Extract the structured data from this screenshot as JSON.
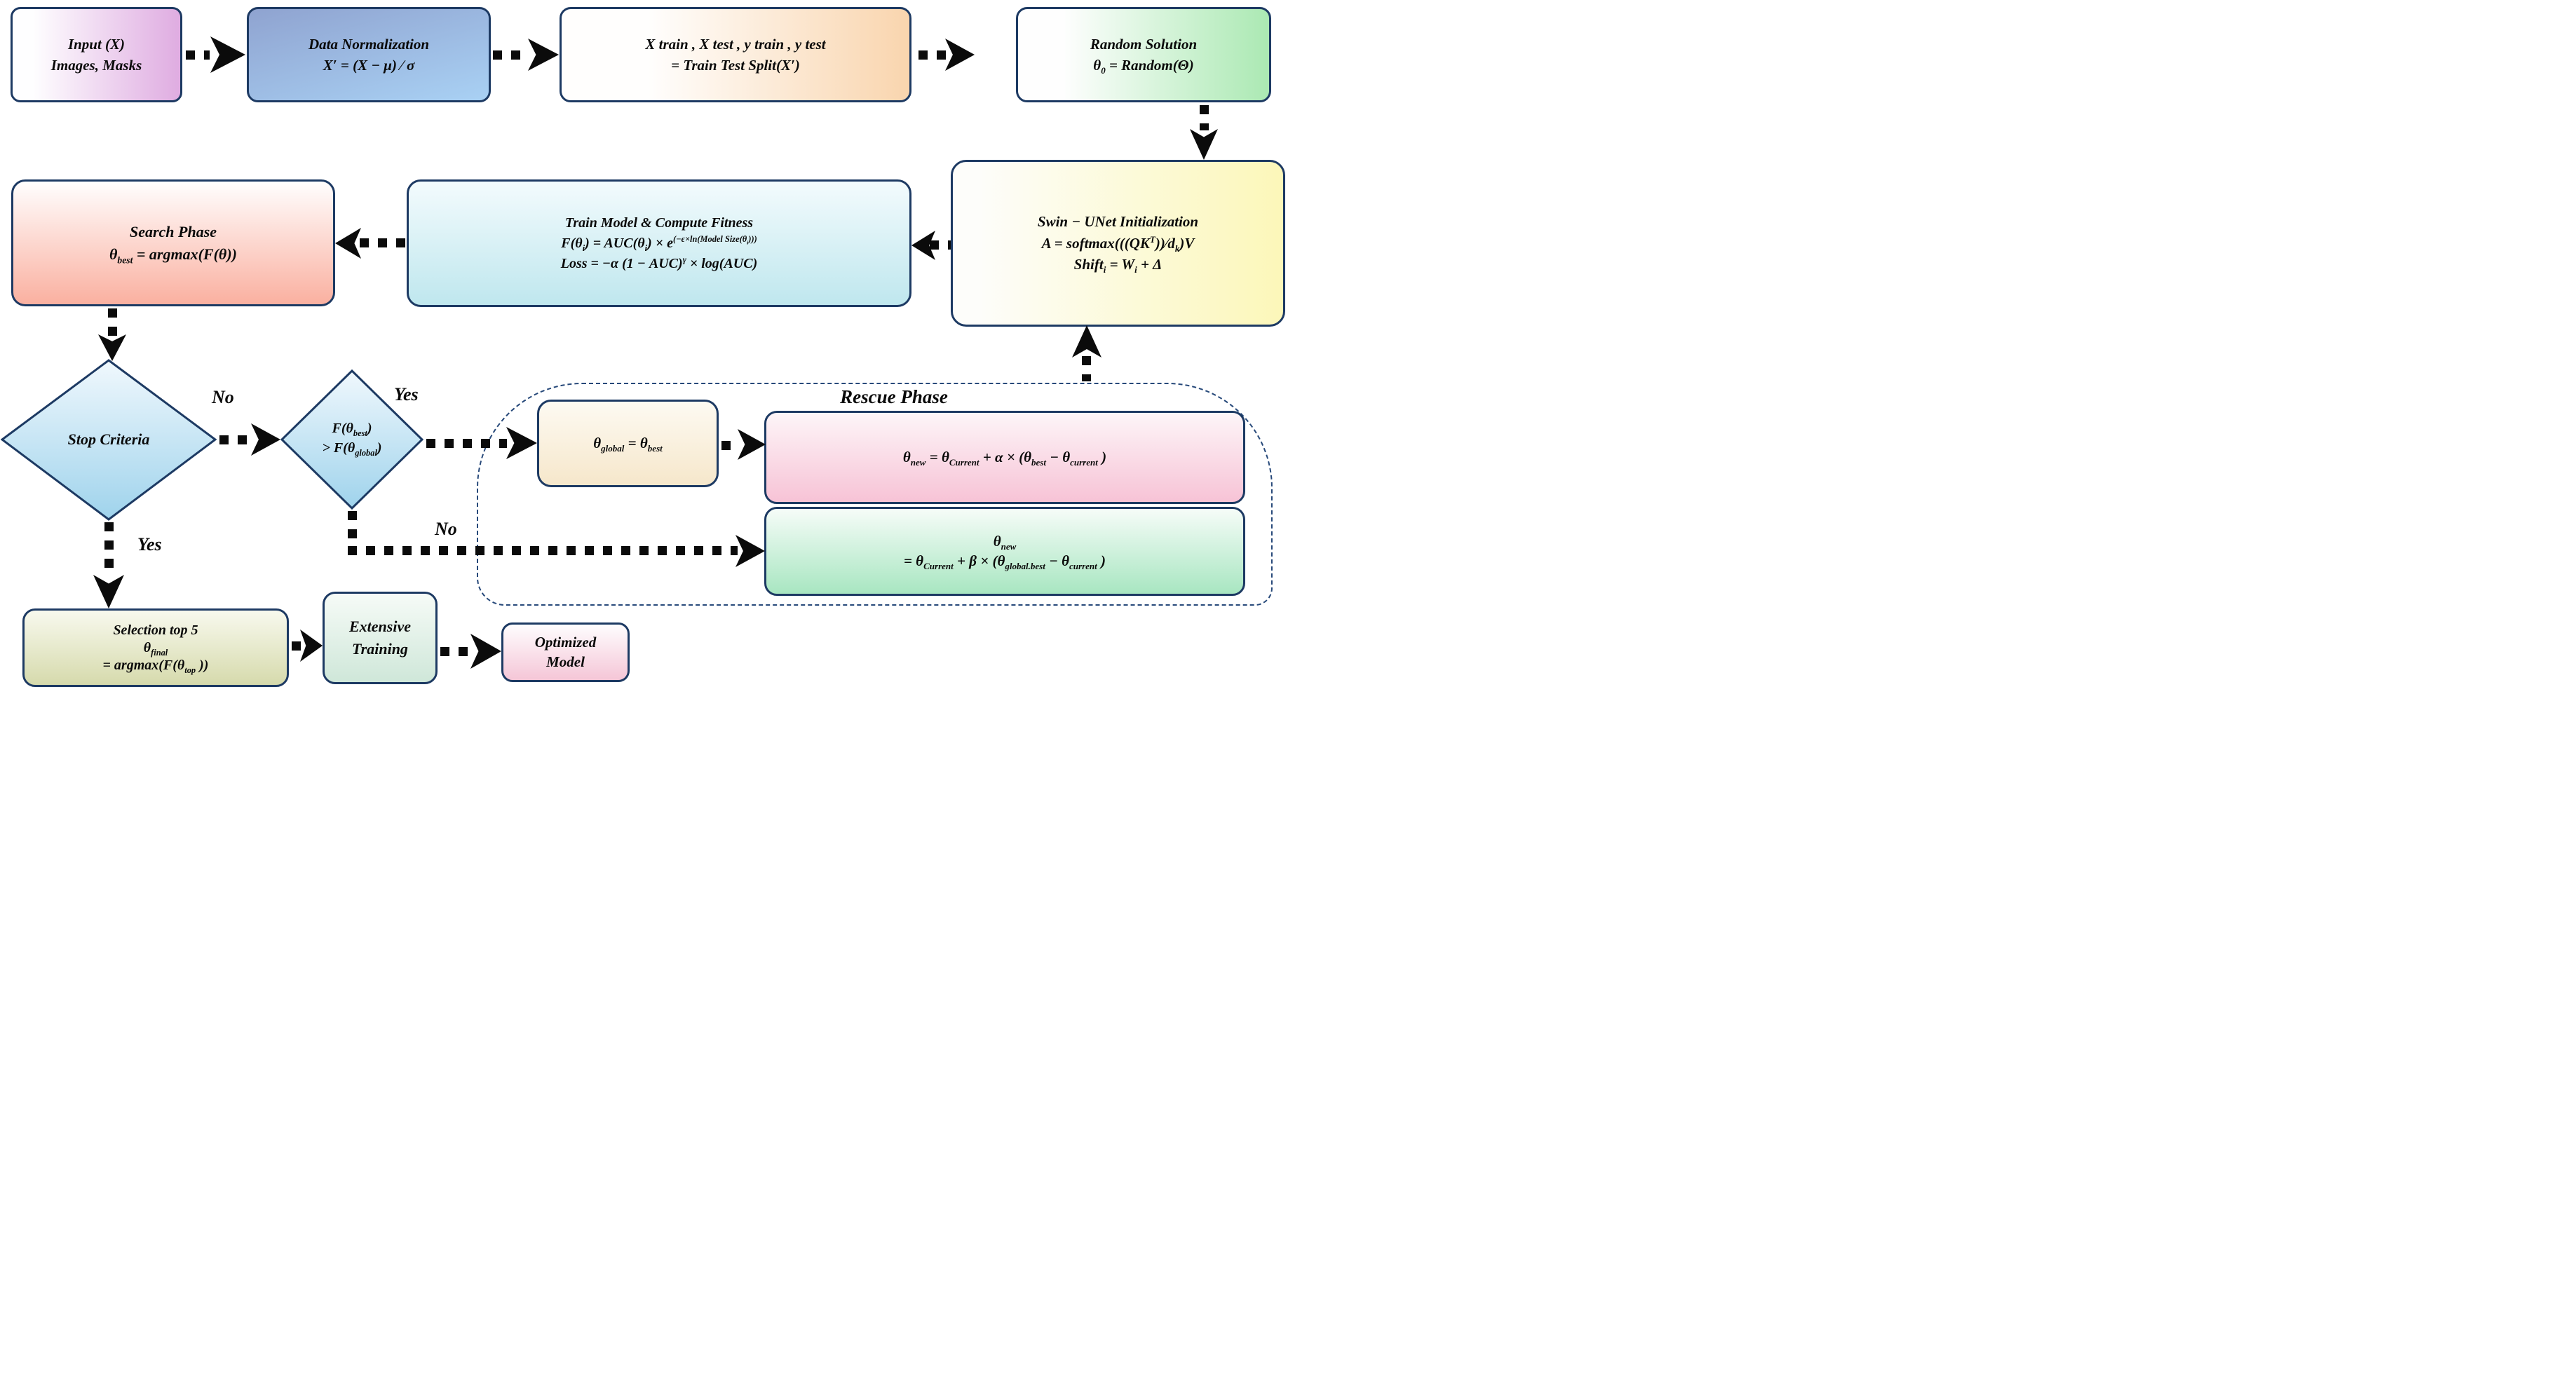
{
  "diagram_title": "Swin-UNet optimization flowchart",
  "nodes": {
    "input": {
      "lines": [
        "Input (X)",
        "Images, Masks"
      ]
    },
    "normalization": {
      "lines": [
        "Data Normalization",
        "X′ =  (X − μ)  ∕ σ"
      ]
    },
    "split": {
      "lines": [
        "X train , X test , y train , y test",
        "= Train Test Split(X′)"
      ]
    },
    "random": {
      "lines": [
        "Random Solution",
        "θ_{0} = Random(Θ)"
      ]
    },
    "swin": {
      "lines": [
        "Swin − UNet Initialization",
        "A = softmax(((QK^{T}))⁄d_{k})V",
        "Shift_{i}  = W_{i}  + Δ"
      ]
    },
    "train": {
      "lines": [
        "Train Model & Compute Fitness",
        "F(θ_{i}) = AUC(θ_{i}) × e^{(−ϵ×ln(Model Size(θ_{i})))}",
        "Loss =  −α  (1  − AUC)^{γ} × log(AUC)"
      ]
    },
    "search": {
      "lines": [
        "Search Phase",
        "θ_{best}  = argmax(F(θ))"
      ]
    },
    "stop": {
      "label": "Stop Criteria"
    },
    "compare": {
      "lines": [
        "F(θ_{best})",
        "> F(θ_{global})"
      ]
    },
    "assign_global": {
      "label": "θ_{global} = θ_{best}"
    },
    "rescue_alpha": {
      "label": "θ_{new}  = θ_{Current}  + α × (θ_{best}  − θ_{current} )"
    },
    "rescue_beta": {
      "lines": [
        "θ_{new}",
        "= θ_{Current}  + β × (θ_{global.best}  − θ_{current} )"
      ]
    },
    "selection": {
      "lines": [
        "Selection top 5",
        "θ_{final}",
        "= argmax(F(θ_{top} ))"
      ]
    },
    "extensive": {
      "lines": [
        "Extensive",
        "Training"
      ]
    },
    "optimized": {
      "lines": [
        "Optimized",
        "Model"
      ]
    },
    "rescue_container": {
      "title": "Rescue Phase"
    }
  },
  "edge_labels": {
    "stop_no": "No",
    "stop_yes": "Yes",
    "compare_yes": "Yes",
    "compare_no": "No"
  },
  "colors": {
    "border_navy": "#1d3a63",
    "arrow_black": "#0b0b0b",
    "dashed_container": "#27497a",
    "input_fill_end": "#dface1",
    "normalization_fill": "#8fa3d0",
    "split_fill_end": "#f9d5ae",
    "random_fill_end": "#abe9b3",
    "swin_fill_end": "#fcf7b9",
    "train_fill_end": "#bfe7ee",
    "search_fill_end": "#fab0a0",
    "diamond_fill_end": "#9fd3ec",
    "assign_global_fill_end": "#f6e7cb",
    "rescue_alpha_fill_end": "#f7c3d6",
    "rescue_beta_fill_end": "#a8e6c1",
    "selection_fill_end": "#d6daac",
    "extensive_fill_end": "#cfe7d9",
    "optimized_fill_end": "#f5c6d7"
  }
}
